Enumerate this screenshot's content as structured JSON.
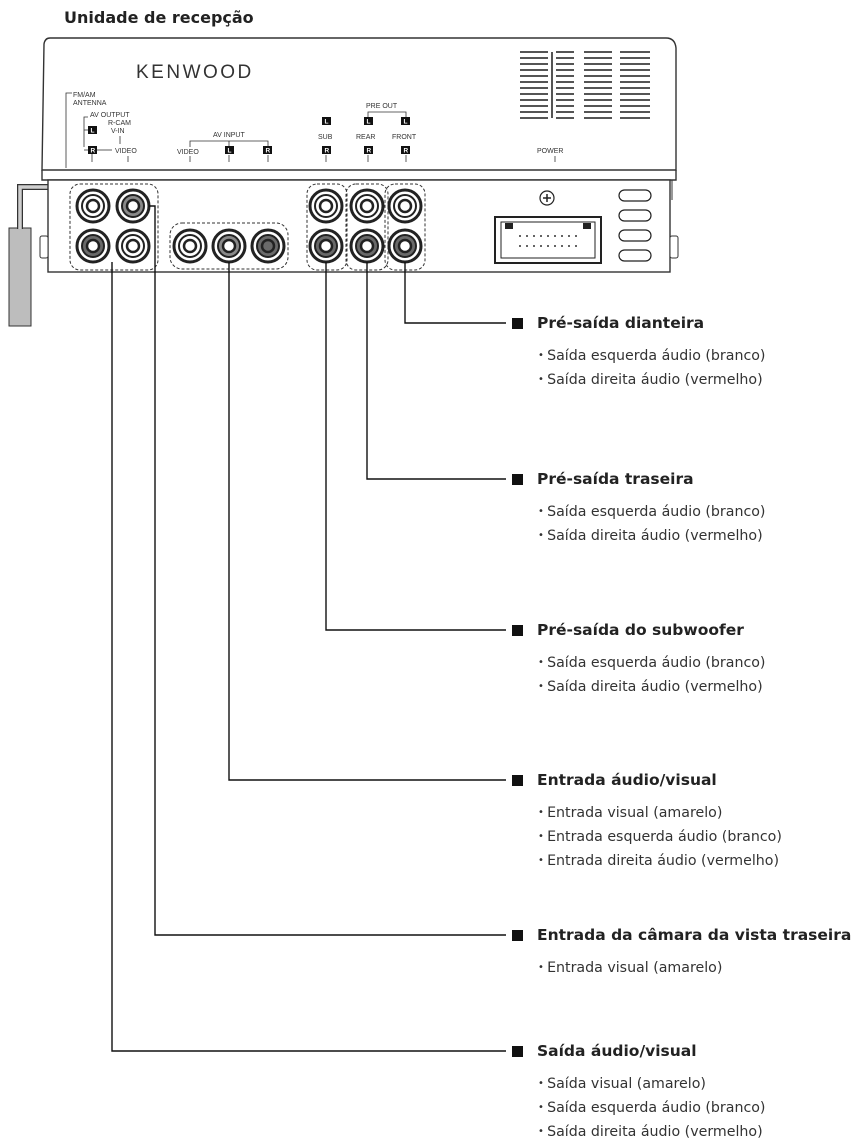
{
  "page_title": "Unidade de recepção",
  "device": {
    "brand": "KENWOOD",
    "labels": {
      "antenna": [
        "FM/AM",
        "ANTENNA"
      ],
      "av_output": "AV OUTPUT",
      "r_cam": "R-CAM",
      "v_in": "V-IN",
      "video_left": "VIDEO",
      "av_input": "AV INPUT",
      "av_input_video": "VIDEO",
      "pre_out": "PRE OUT",
      "sub": "SUB",
      "rear": "REAR",
      "front": "FRONT",
      "power": "POWER",
      "left_mark": "L",
      "right_mark": "R"
    }
  },
  "sections": [
    {
      "title": "Pré-saída dianteira",
      "items": [
        "Saída esquerda áudio (branco)",
        "Saída direita áudio (vermelho)"
      ]
    },
    {
      "title": "Pré-saída traseira",
      "items": [
        "Saída esquerda áudio (branco)",
        "Saída direita áudio (vermelho)"
      ]
    },
    {
      "title": "Pré-saída do subwoofer",
      "items": [
        "Saída esquerda áudio (branco)",
        "Saída direita áudio (vermelho)"
      ]
    },
    {
      "title": "Entrada áudio/visual",
      "items": [
        "Entrada visual (amarelo)",
        "Entrada esquerda áudio (branco)",
        "Entrada direita áudio (vermelho)"
      ]
    },
    {
      "title": "Entrada da câmara da vista traseira",
      "items": [
        "Entrada visual (amarelo)"
      ]
    },
    {
      "title": "Saída áudio/visual",
      "items": [
        "Saída visual (amarelo)",
        "Saída esquerda áudio (branco)",
        "Saída direita áudio (vermelho)"
      ]
    }
  ]
}
